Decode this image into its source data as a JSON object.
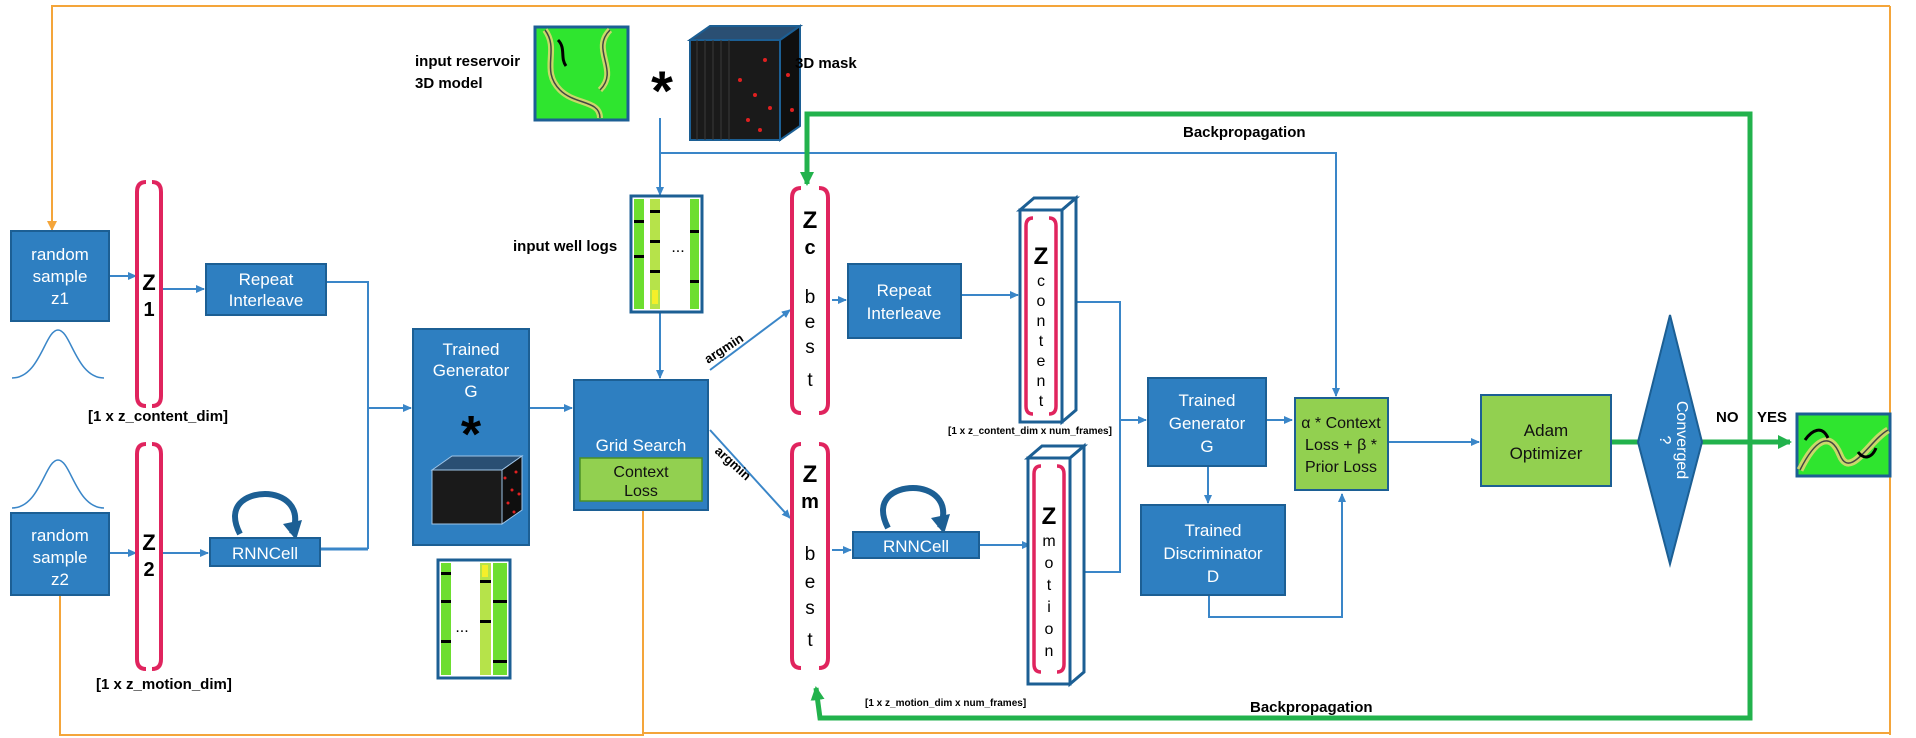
{
  "labels": {
    "input_model": [
      "input reservoir",
      "3D model"
    ],
    "mask": "3D mask",
    "multiply_sign": "*",
    "input_well_logs": "input well logs",
    "ellipsis": "...",
    "backprop_top": "Backpropagation",
    "backprop_bottom": "Backpropagation",
    "argmin_top": "argmin",
    "argmin_bottom": "argmin",
    "content_dim": "[1 x z_content_dim]",
    "motion_dim": "[1 x z_motion_dim]",
    "content_frames": "[1 x z_content_dim x num_frames]",
    "motion_frames": "[1 x z_motion_dim x num_frames]",
    "no": "NO",
    "yes": "YES"
  },
  "boxes": {
    "random1": [
      "random",
      "sample",
      "z1"
    ],
    "random2": [
      "random",
      "sample",
      "z2"
    ],
    "repeat1": [
      "Repeat",
      "Interleave"
    ],
    "rnn1": "RNNCell",
    "generator1": [
      "Trained",
      "Generator",
      "G"
    ],
    "grid_search": "Grid Search",
    "context_loss": [
      "Context",
      "Loss"
    ],
    "repeat2": [
      "Repeat",
      "Interleave"
    ],
    "rnn2": "RNNCell",
    "generator2": [
      "Trained",
      "Generator",
      "G"
    ],
    "discriminator": [
      "Trained",
      "Discriminator",
      "D"
    ],
    "loss": [
      "α * Context",
      "Loss + β *",
      "Prior Loss"
    ],
    "adam": [
      "Adam",
      "Optimizer"
    ],
    "converged": [
      "Converged",
      "?"
    ]
  },
  "vectors": {
    "z1": [
      "Z",
      "1"
    ],
    "z2": [
      "Z",
      "2"
    ],
    "zc_best": [
      "Z",
      "c",
      "b",
      "e",
      "s",
      "t"
    ],
    "zm_best": [
      "Z",
      "m",
      "b",
      "e",
      "s",
      "t"
    ],
    "z_content": [
      "Z",
      "c",
      "o",
      "n",
      "t",
      "e",
      "n",
      "t"
    ],
    "z_motion": [
      "Z",
      "m",
      "o",
      "t",
      "i",
      "o",
      "n"
    ]
  },
  "colors": {
    "box_blue": "#2e7fc1",
    "box_border": "#1c5f94",
    "box_green": "#92d050",
    "arrow_blue": "#3a86c8",
    "arrow_orange": "#f4a53a",
    "arrow_green": "#22b24c",
    "bracket_red": "#e0245e"
  }
}
